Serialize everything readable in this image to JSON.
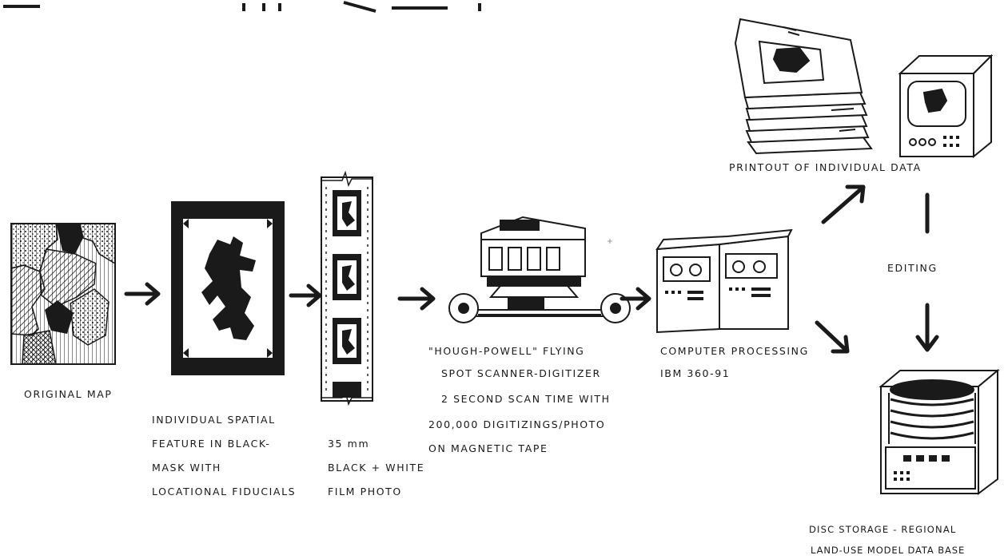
{
  "labels": {
    "original_map": "ORIGINAL MAP",
    "mask_1": "INDIVIDUAL SPATIAL",
    "mask_2": "FEATURE IN BLACK-",
    "mask_3": "MASK WITH",
    "mask_4": "LOCATIONAL FIDUCIALS",
    "film_1": "35 mm",
    "film_2": "BLACK + WHITE",
    "film_3": "FILM PHOTO",
    "scanner_1": "\"HOUGH-POWELL\" FLYING",
    "scanner_2": "SPOT SCANNER-DIGITIZER",
    "scanner_3": "2 SECOND SCAN TIME WITH",
    "scanner_4": "200,000 DIGITIZINGS/PHOTO",
    "scanner_5": "ON MAGNETIC TAPE",
    "computer_1": "COMPUTER PROCESSING",
    "computer_2": "IBM 360-91",
    "printout": "PRINTOUT OF INDIVIDUAL DATA",
    "editing": "EDITING",
    "disc_1": "DISC STORAGE - REGIONAL",
    "disc_2": "LAND-USE MODEL DATA BASE"
  },
  "colors": {
    "ink": "#1a1a1a",
    "paper": "#ffffff"
  }
}
